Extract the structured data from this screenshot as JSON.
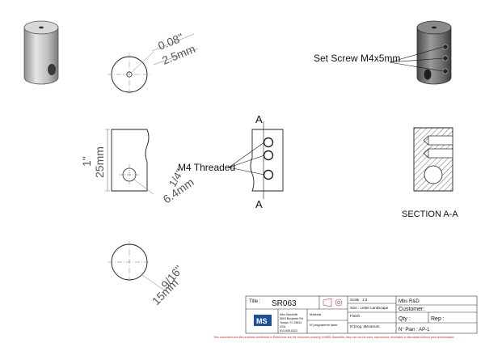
{
  "dims": {
    "hole_in": "0.08\"",
    "hole_mm": "2.5mm",
    "height_in": "1\"",
    "height_mm": "25mm",
    "cross_in": "1/4\"",
    "cross_mm": "6.4mm",
    "dia_in": "9/16\"",
    "dia_mm": "15mm"
  },
  "callouts": {
    "set_screw": "Set Screw M4x5mm",
    "threaded": "M4 Threaded",
    "section_mark_top": "A",
    "section_mark_bottom": "A",
    "section_label": "SECTION A-A"
  },
  "title_block": {
    "title_label": "Title :",
    "title_value": "SR063",
    "scale": "Scale : 1:2",
    "size": "Size : Letter Landscape",
    "company": "Mbs R&D",
    "customer": "Customer:",
    "finish": "Finish",
    "material": "Material",
    "prog_laser": "N°programme laser",
    "prog_meca": "N°prog. Mécanum.",
    "qty": "Qty :",
    "rep": "Rep :",
    "plan": "N° Plan : AP-1",
    "logo": "MS",
    "address_1": "Mbs Standoffs",
    "address_2": "5503 Benjamin Rd",
    "address_3": "Tampa, FL 33634",
    "address_4": "USA",
    "address_5": "813-908-6323"
  },
  "disclaimer": "This document and the products mentioned in Reference are the exclusive property of MBS-Standoffs; they can not be used, reproduced, disclosed or discussed without prior authorization",
  "colors": {
    "line": "#222222",
    "dim": "#777777",
    "disclaimer": "#cc2222",
    "logo": "#1f4e9a"
  }
}
